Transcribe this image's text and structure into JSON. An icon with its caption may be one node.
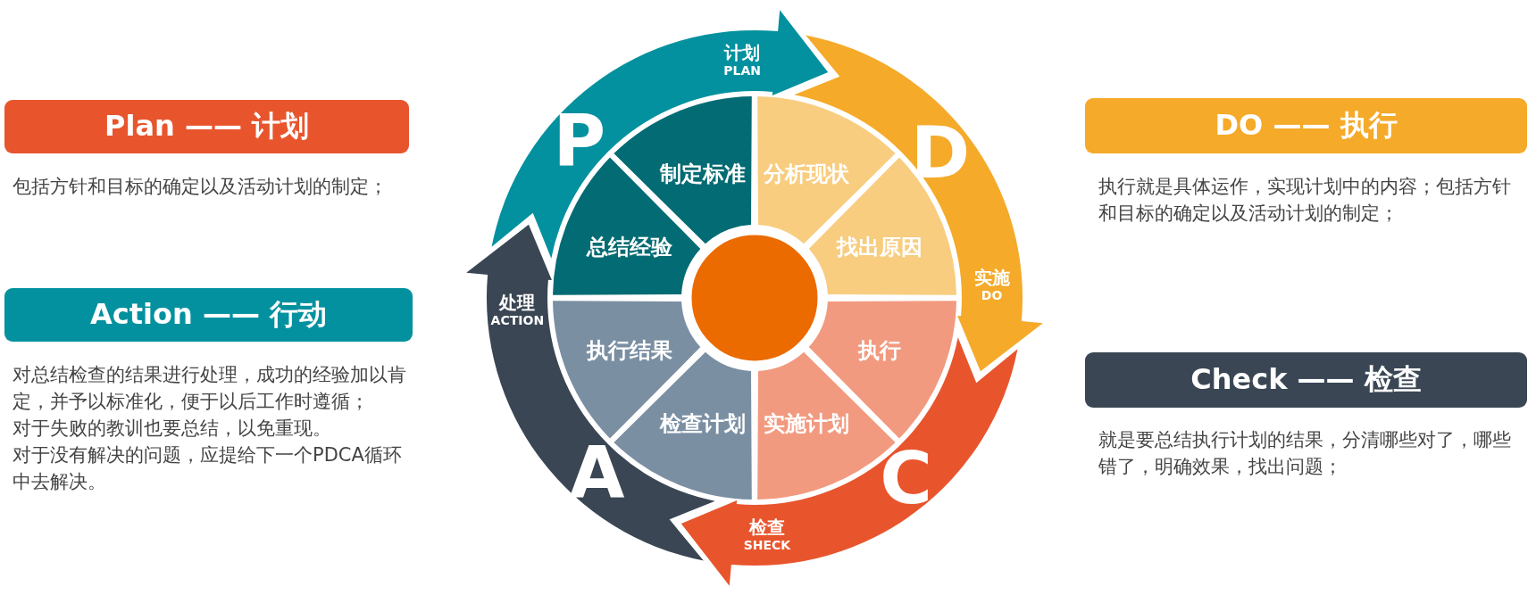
{
  "diagram": {
    "nodes": [
      {
        "text": [
          "P",
          "计划",
          "PLAN"
        ]
      },
      {
        "text": [
          "D",
          "实施",
          "DO"
        ]
      },
      {
        "text": [
          "C",
          "检查",
          "SHECK"
        ]
      },
      {
        "text": [
          "A",
          "处理",
          "ACTION"
        ]
      },
      {
        "text": [
          "制定标准"
        ]
      },
      {
        "text": [
          "分析现状"
        ]
      },
      {
        "text": [
          "找出原因"
        ]
      },
      {
        "text": [
          "执行"
        ]
      },
      {
        "text": [
          "实施计划"
        ]
      },
      {
        "text": [
          "检查计划"
        ]
      },
      {
        "text": [
          "执行结果"
        ]
      },
      {
        "text": [
          "总结经验"
        ]
      },
      {
        "text": [],
        "shape": "circle"
      },
      {
        "text": [
          "Plan —— 计划"
        ],
        "beside": [
          "包括方针和目标的确定以及活动计划的制定；"
        ]
      },
      {
        "text": [
          "Action —— 行动"
        ],
        "beside": [
          "对总结检查的结果进行处理，成功的经验加以肯定，并予以标准化，便于以后工作时遵循；",
          "对于失败的教训也要总结，以免重现。",
          "对于没有解决的问题，应提给下一个PDCA循环中去解决。"
        ]
      },
      {
        "text": [
          "DO —— 执行"
        ],
        "beside": [
          "执行就是具体运作，实现计划中的内容；包括方针和目标的确定以及活动计划的制定；"
        ]
      },
      {
        "text": [
          "Check —— 检查"
        ],
        "beside": [
          "就是要总结执行计划的结果，分清哪些对了，哪些错了，明确效果，找出问题；"
        ]
      }
    ]
  }
}
